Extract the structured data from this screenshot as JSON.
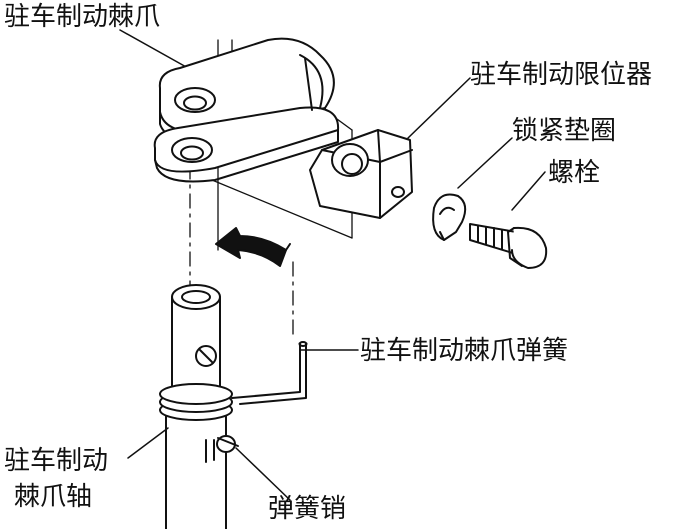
{
  "labels": {
    "pawl": "驻车制动棘爪",
    "limiter": "驻车制动限位器",
    "lock_washer": "锁紧垫圈",
    "bolt": "螺栓",
    "pawl_spring": "驻车制动棘爪弹簧",
    "shaft_line1": "驻车制动",
    "shaft_line2": "棘爪轴",
    "spring_pin": "弹簧销"
  },
  "colors": {
    "ink": "#111111",
    "paper": "#ffffff"
  }
}
